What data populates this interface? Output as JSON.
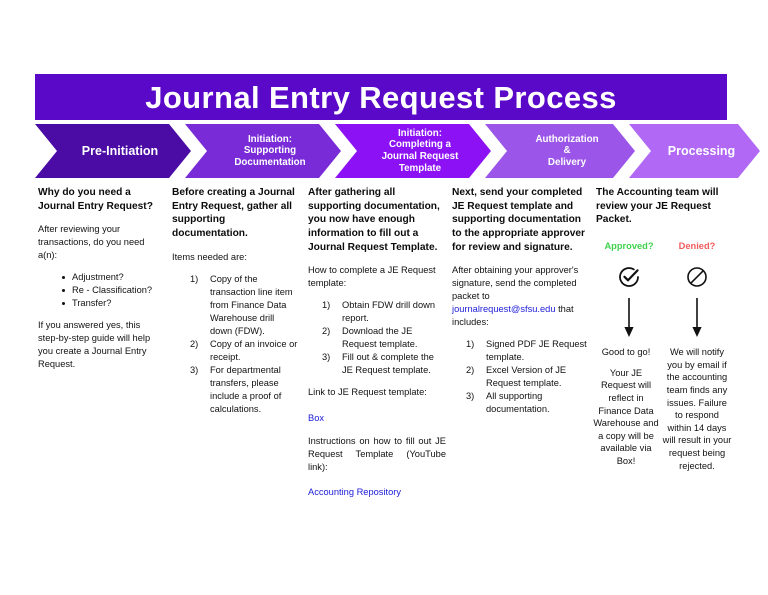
{
  "page": {
    "title": "Journal Entry Request Process"
  },
  "colors": {
    "banner": "#5B09C9",
    "chevron_1": "#4B0BA5",
    "chevron_2": "#7A2BD8",
    "chevron_3": "#8C12F5",
    "chevron_4": "#9B55E8",
    "chevron_5": "#B068F5",
    "link": "#2020D8",
    "approved": "#3FD14C",
    "denied": "#F05C5C"
  },
  "stages": [
    {
      "label": "Pre-Initiation"
    },
    {
      "label": "Initiation:\nSupporting\nDocumentation"
    },
    {
      "label": "Initiation:\nCompleting a\nJournal Request\nTemplate"
    },
    {
      "label": "Authorization\n&\nDelivery"
    },
    {
      "label": "Processing"
    }
  ],
  "columns": {
    "col1": {
      "lead": "Why do you need a Journal Entry Request?",
      "para1": "After reviewing your transactions, do you need a(n):",
      "bullets": [
        "Adjustment?",
        "Re - Classification?",
        "Transfer?"
      ],
      "para2": "If you answered yes, this step-by-step guide will help you create a Journal Entry Request."
    },
    "col2": {
      "lead": "Before creating a Journal Entry Request, gather all supporting documentation.",
      "para1": "Items needed are:",
      "items": [
        "Copy of the transaction line item from Finance Data Warehouse drill down (FDW).",
        "Copy of an invoice or receipt.",
        "For departmental transfers, please include a proof of calculations."
      ]
    },
    "col3": {
      "lead": "After gathering all supporting documentation, you now have enough information to fill out a Journal Request Template.",
      "para1": "How to complete a JE Request template:",
      "items": [
        "Obtain FDW drill down report.",
        "Download the JE Request template.",
        "Fill out & complete the JE Request template."
      ],
      "para2": "Link to JE Request template:",
      "link1": "Box",
      "para3": "Instructions on how to fill out JE Request Template (YouTube link):",
      "link2": "Accounting Repository"
    },
    "col4": {
      "lead": "Next, send your completed JE Request template and supporting documentation to the appropriate approver for review and signature.",
      "para1_pre": "After obtaining your approver's signature, send the completed packet to ",
      "email": "journalrequest@sfsu.edu",
      "para1_post": " that includes:",
      "items": [
        "Signed PDF JE Request template.",
        "Excel Version of JE Request template.",
        "All supporting documentation."
      ]
    },
    "col5": {
      "lead": "The Accounting team will review your JE Request Packet.",
      "approved_label": "Approved?",
      "denied_label": "Denied?",
      "approved_icon": "check-circle-icon",
      "denied_icon": "prohibited-circle-icon",
      "approved_outcome_1": "Good to go!",
      "approved_outcome_2": "Your JE Request will reflect in Finance Data Warehouse and a copy will be available via Box!",
      "denied_outcome": "We will notify you by email if the accounting team finds any issues. Failure to respond within 14 days will result in your request being rejected."
    }
  }
}
